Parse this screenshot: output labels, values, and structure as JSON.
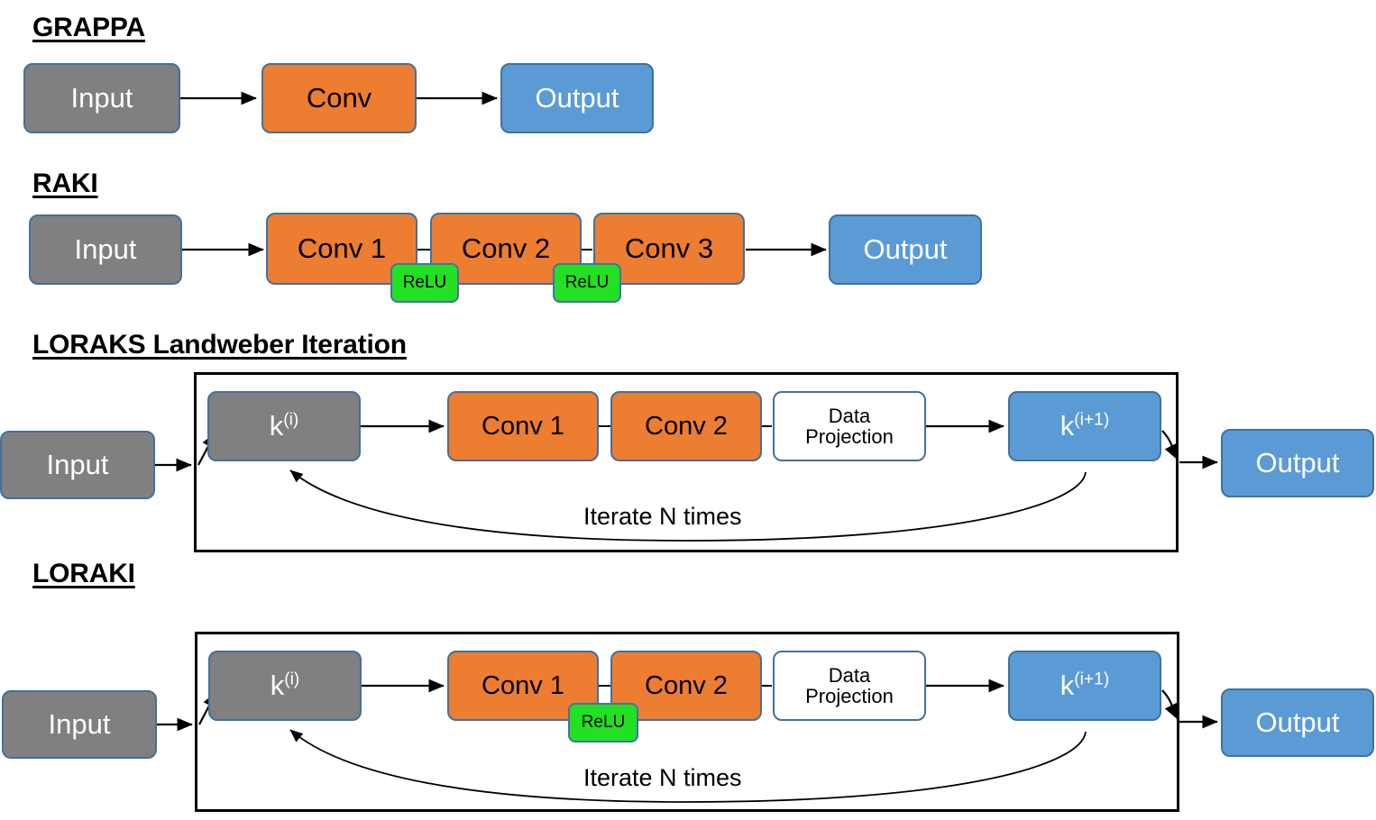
{
  "diagram": {
    "title_color": "#000000",
    "colors": {
      "input_box": "#808080",
      "output_box": "#5b9bd5",
      "conv_box": "#ed7d31",
      "relu_box": "#22e022",
      "data_projection_box": "#ffffff",
      "box_border": "#41719c",
      "outer_border": "#000000",
      "arrow": "#000000"
    },
    "sections": [
      {
        "id": "grappa",
        "title": "GRAPPA",
        "nodes": [
          {
            "name": "input",
            "label": "Input"
          },
          {
            "name": "conv",
            "label": "Conv"
          },
          {
            "name": "output",
            "label": "Output"
          }
        ]
      },
      {
        "id": "raki",
        "title": "RAKI",
        "nodes": [
          {
            "name": "input",
            "label": "Input"
          },
          {
            "name": "conv1",
            "label": "Conv 1"
          },
          {
            "name": "conv2",
            "label": "Conv 2"
          },
          {
            "name": "conv3",
            "label": "Conv 3"
          },
          {
            "name": "relu1",
            "label": "ReLU"
          },
          {
            "name": "relu2",
            "label": "ReLU"
          },
          {
            "name": "output",
            "label": "Output"
          }
        ]
      },
      {
        "id": "loraks",
        "title": "LORAKS Landweber Iteration",
        "nodes": [
          {
            "name": "input",
            "label": "Input"
          },
          {
            "name": "k-current",
            "label": "k",
            "superscript": "(i)"
          },
          {
            "name": "conv1",
            "label": "Conv 1"
          },
          {
            "name": "conv2",
            "label": "Conv 2"
          },
          {
            "name": "data-projection-line1",
            "label": "Data"
          },
          {
            "name": "data-projection-line2",
            "label": "Projection"
          },
          {
            "name": "k-next",
            "label": "k",
            "superscript": "(i+1)"
          },
          {
            "name": "output",
            "label": "Output"
          }
        ],
        "loop_label": "Iterate N times"
      },
      {
        "id": "loraki",
        "title": "LORAKI",
        "nodes": [
          {
            "name": "input",
            "label": "Input"
          },
          {
            "name": "k-current",
            "label": "k",
            "superscript": "(i)"
          },
          {
            "name": "conv1",
            "label": "Conv 1"
          },
          {
            "name": "conv2",
            "label": "Conv 2"
          },
          {
            "name": "relu",
            "label": "ReLU"
          },
          {
            "name": "data-projection-line1",
            "label": "Data"
          },
          {
            "name": "data-projection-line2",
            "label": "Projection"
          },
          {
            "name": "k-next",
            "label": "k",
            "superscript": "(i+1)"
          },
          {
            "name": "output",
            "label": "Output"
          }
        ],
        "loop_label": "Iterate N times"
      }
    ]
  }
}
